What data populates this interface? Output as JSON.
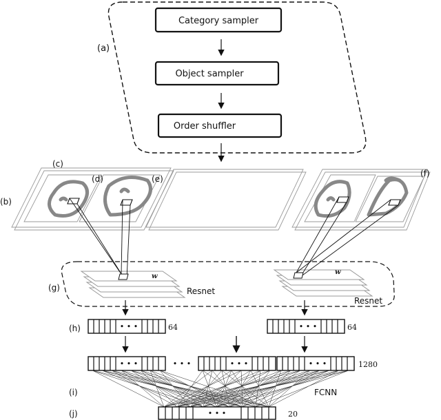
{
  "pipeline": {
    "label": "(a)",
    "steps": [
      "Category sampler",
      "Object sampler",
      "Order shuffler"
    ]
  },
  "labels": {
    "b": "(b)",
    "c": "(c)",
    "d": "(d)",
    "e": "(e)",
    "f": "(f)",
    "g": "(g)",
    "h": "(h)",
    "i": "(i)",
    "j": "(j)"
  },
  "encoder": {
    "name": "Resnet",
    "weight": "w"
  },
  "features": {
    "dim": "64",
    "dots": "• • •",
    "concat_dim": "1280",
    "between_dots": "• • •"
  },
  "fcnn": {
    "label": "FCNN",
    "output_dim": "20"
  }
}
